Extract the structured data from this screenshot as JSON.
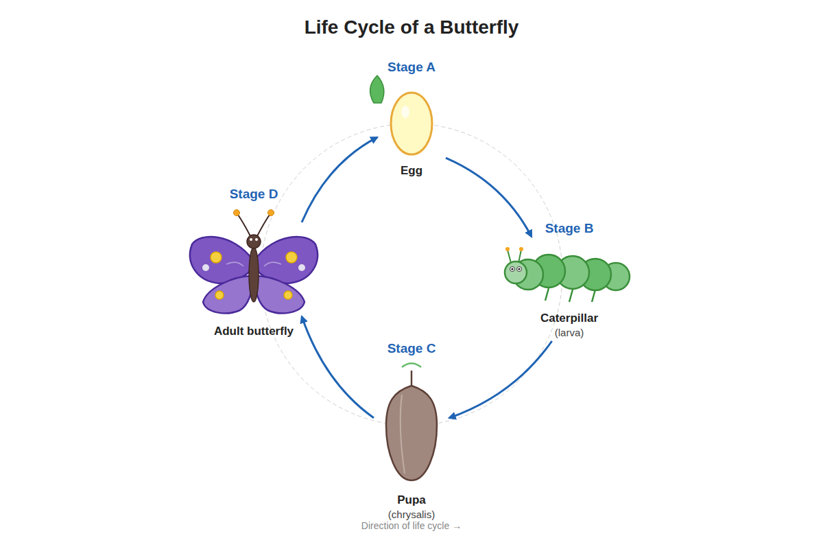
{
  "diagram": {
    "title": "Life Cycle of a Butterfly",
    "nodes": [
      {
        "text": [
          "Stage A",
          "Egg"
        ]
      },
      {
        "text": [
          "Stage B",
          "Caterpillar",
          "(larva)"
        ]
      },
      {
        "text": [
          "Stage C",
          "Pupa",
          "(chrysalis)"
        ]
      },
      {
        "text": [
          "Stage D",
          "Adult butterfly"
        ]
      }
    ],
    "edges": [
      {
        "from": 0,
        "to": 1,
        "arrow": "to"
      },
      {
        "from": 1,
        "to": 2,
        "arrow": "to"
      },
      {
        "from": 2,
        "to": 3,
        "arrow": "to"
      },
      {
        "from": 3,
        "to": 0,
        "arrow": "to"
      }
    ],
    "labels": [
      "Direction of life cycle →"
    ]
  }
}
